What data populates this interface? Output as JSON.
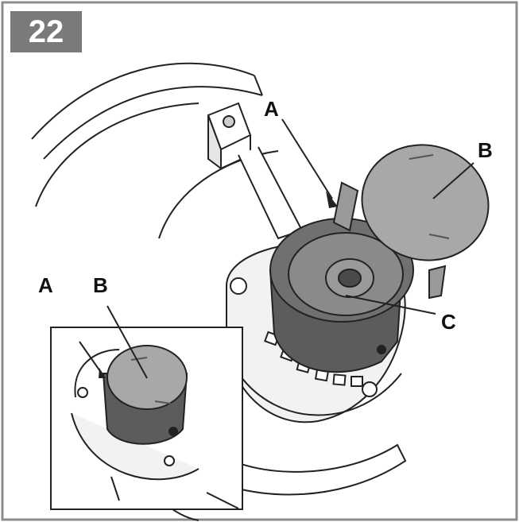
{
  "step_number": "22",
  "labels": {
    "main_a": "A",
    "main_b": "B",
    "main_c": "C",
    "inset_a": "A",
    "inset_b": "B"
  },
  "colors": {
    "frame": "#8c8c8c",
    "badge": "#7a7a7a",
    "cover": "#a8a8a8",
    "spool_dark": "#5c5c5c",
    "spool_face": "#8a8a8a",
    "line_art": "#222222"
  }
}
